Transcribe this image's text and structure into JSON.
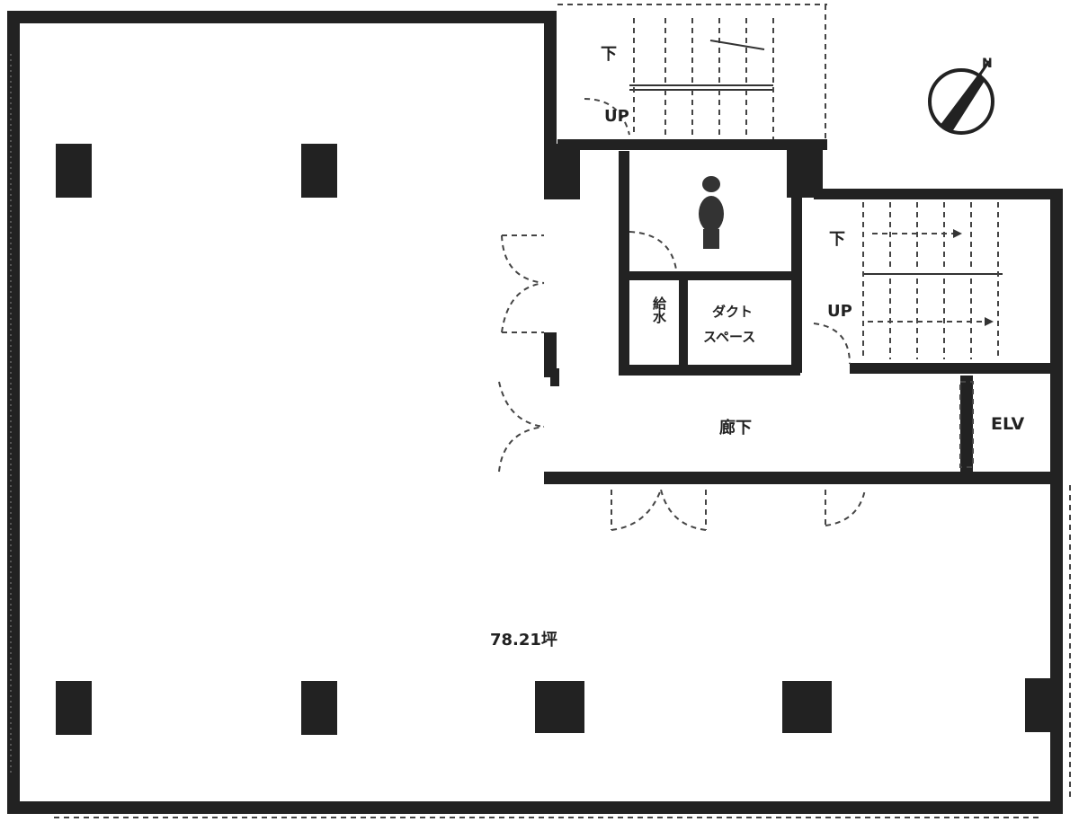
{
  "labels": {
    "stairs_top_down": "下",
    "stairs_top_up": "UP",
    "stairs_right_down": "下",
    "stairs_right_up": "UP",
    "ps": "給水",
    "duct_line1": "ダクト",
    "duct_line2": "スペース",
    "corridor": "廊下",
    "elevator": "ELV",
    "area": "78.21坪",
    "compass": "N"
  }
}
